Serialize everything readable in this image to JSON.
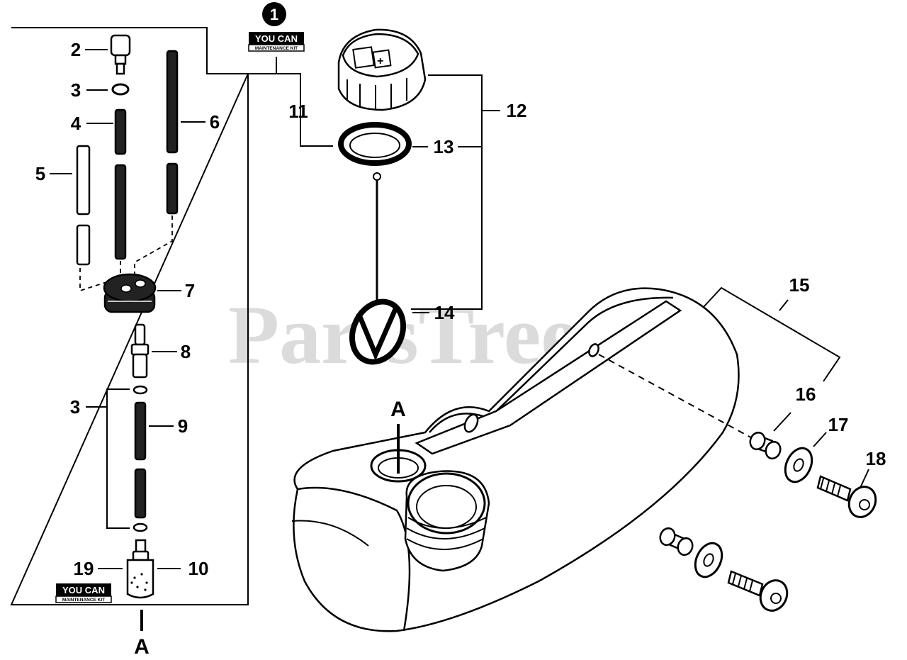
{
  "watermark": "PartsTree",
  "kit_badge": {
    "line1": "YOU CAN",
    "line2": "MAINTENANCE KIT"
  },
  "callout_number": "1",
  "section_letter": "A",
  "labels": {
    "p2": "2",
    "p3a": "3",
    "p4": "4",
    "p5": "5",
    "p6": "6",
    "p7": "7",
    "p8": "8",
    "p3b": "3",
    "p9": "9",
    "p19": "19",
    "p10": "10",
    "p11": "11",
    "p12": "12",
    "p13": "13",
    "p14": "14",
    "p15": "15",
    "p16": "16",
    "p17": "17",
    "p18": "18"
  }
}
